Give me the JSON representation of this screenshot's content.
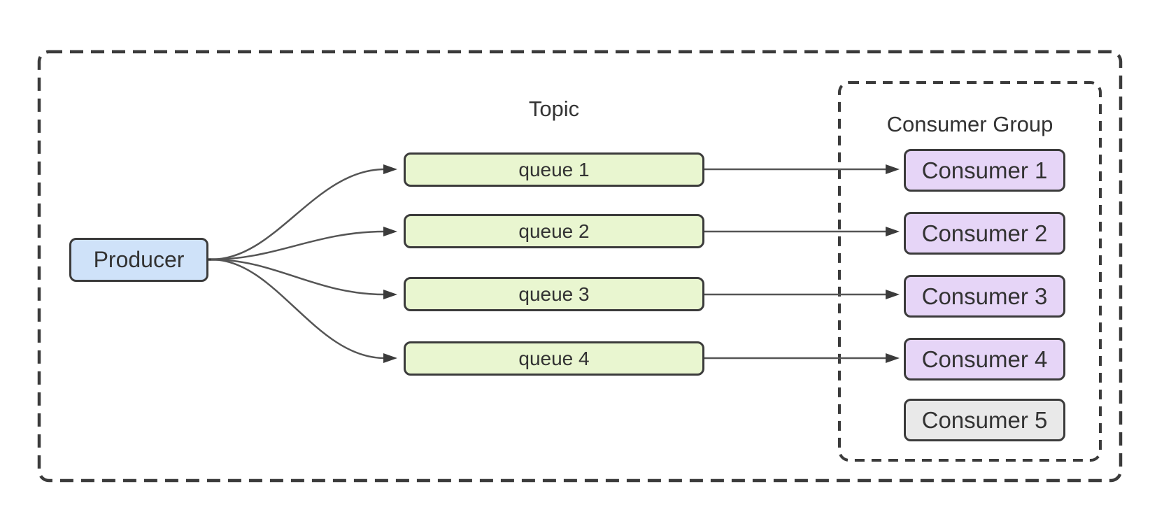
{
  "diagram": {
    "labels": {
      "topic": "Topic",
      "consumer_group": "Consumer Group"
    },
    "producer": {
      "label": "Producer"
    },
    "queues": [
      {
        "label": "queue 1"
      },
      {
        "label": "queue 2"
      },
      {
        "label": "queue 3"
      },
      {
        "label": "queue 4"
      }
    ],
    "consumers": [
      {
        "label": "Consumer 1",
        "state": "active"
      },
      {
        "label": "Consumer 2",
        "state": "active"
      },
      {
        "label": "Consumer 3",
        "state": "active"
      },
      {
        "label": "Consumer 4",
        "state": "active"
      },
      {
        "label": "Consumer 5",
        "state": "idle"
      }
    ],
    "colors": {
      "producer_fill": "#cfe2f9",
      "queue_fill": "#e9f6d0",
      "consumer_active_fill": "#e6d5f7",
      "consumer_idle_fill": "#e9e9e9",
      "border": "#3b3b3b",
      "connector": "#555555",
      "text": "#333333"
    }
  }
}
